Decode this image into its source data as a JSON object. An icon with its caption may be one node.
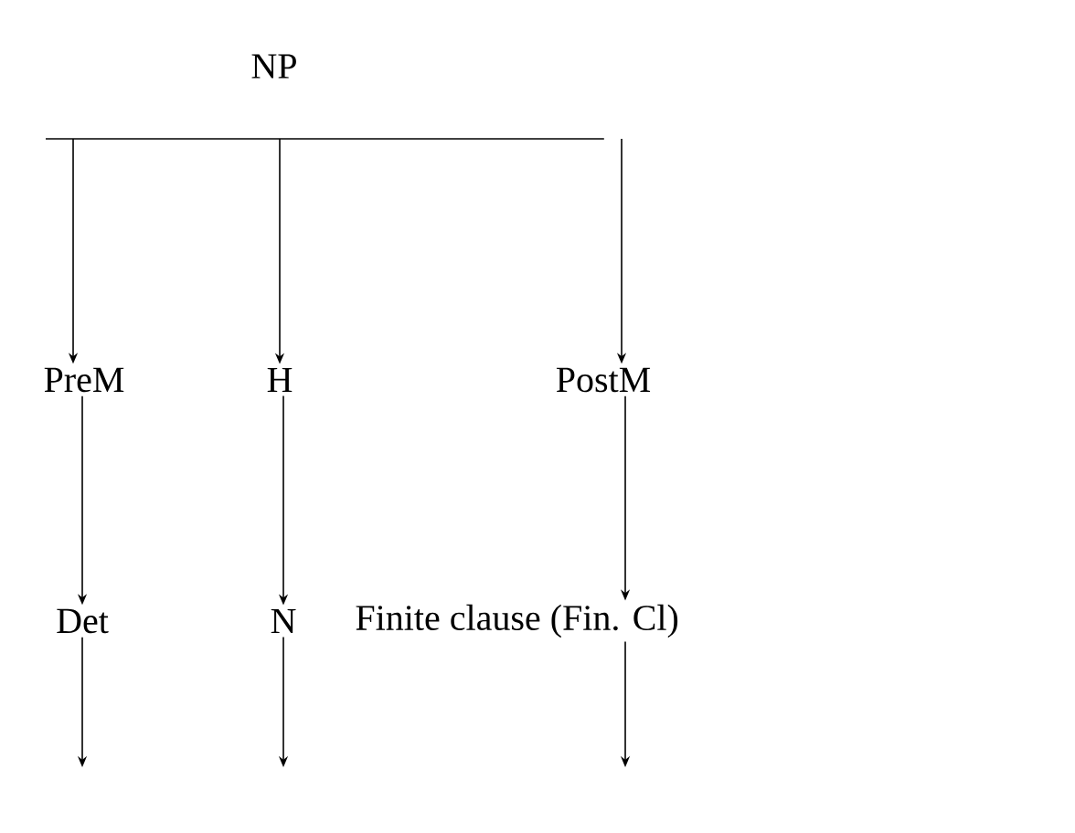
{
  "diagram": {
    "nodes": [
      {
        "text": [
          "NP"
        ]
      },
      {
        "text": [
          "PreM"
        ]
      },
      {
        "text": [
          "H"
        ]
      },
      {
        "text": [
          "PostM"
        ]
      },
      {
        "text": [
          "Det"
        ]
      },
      {
        "text": [
          "N"
        ]
      },
      {
        "text": [
          "Finite clause (Fin. Cl)"
        ]
      }
    ],
    "edges": [
      {
        "from": 0,
        "to": 1,
        "arrow": "to"
      },
      {
        "from": 0,
        "to": 2,
        "arrow": "to"
      },
      {
        "from": 0,
        "to": 3,
        "arrow": "to"
      },
      {
        "from": 1,
        "to": 4,
        "arrow": "to"
      },
      {
        "from": 2,
        "to": 5,
        "arrow": "to"
      },
      {
        "from": 3,
        "to": 6,
        "arrow": "to"
      },
      {
        "from": 4,
        "to": null,
        "arrow": "to"
      },
      {
        "from": 5,
        "to": null,
        "arrow": "to"
      },
      {
        "from": 6,
        "to": null,
        "arrow": "to"
      }
    ]
  }
}
